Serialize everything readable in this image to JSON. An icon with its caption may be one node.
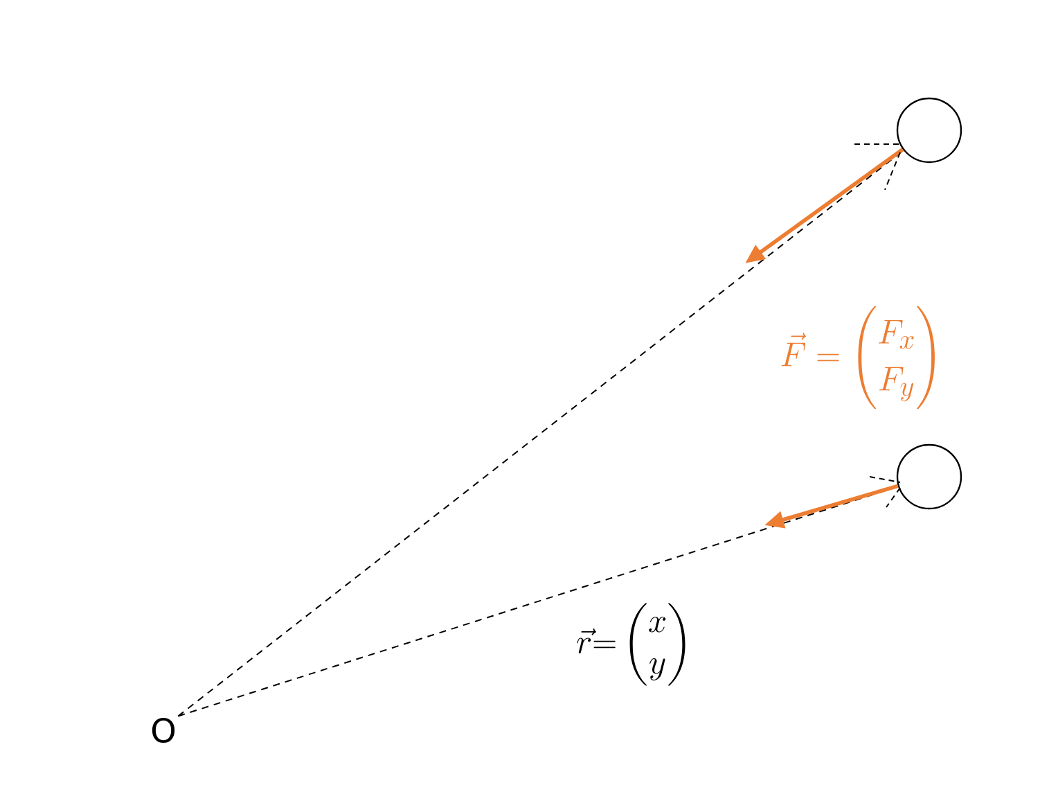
{
  "diagram": {
    "nodes": [
      {
        "text": [
          "O"
        ]
      },
      {
        "text": [],
        "shape": "circle"
      },
      {
        "text": [],
        "shape": "circle"
      }
    ],
    "edges": [
      {
        "from": 0,
        "to": 1,
        "arrow": "none",
        "style": "dashed"
      },
      {
        "from": 0,
        "to": 2,
        "arrow": "none",
        "style": "dashed"
      },
      {
        "from": 1,
        "to": null,
        "arrow": "to",
        "style": "thick",
        "color": "#ed7d31"
      },
      {
        "from": 2,
        "to": null,
        "arrow": "to",
        "style": "thick",
        "color": "#ed7d31"
      }
    ],
    "labels": [
      "\\vec{F} = \\begin{pmatrix}F_x\\\\F_y\\end{pmatrix}",
      "\\vec{r}{=}\\begin{pmatrix}x\\\\y\\end{pmatrix}"
    ]
  }
}
